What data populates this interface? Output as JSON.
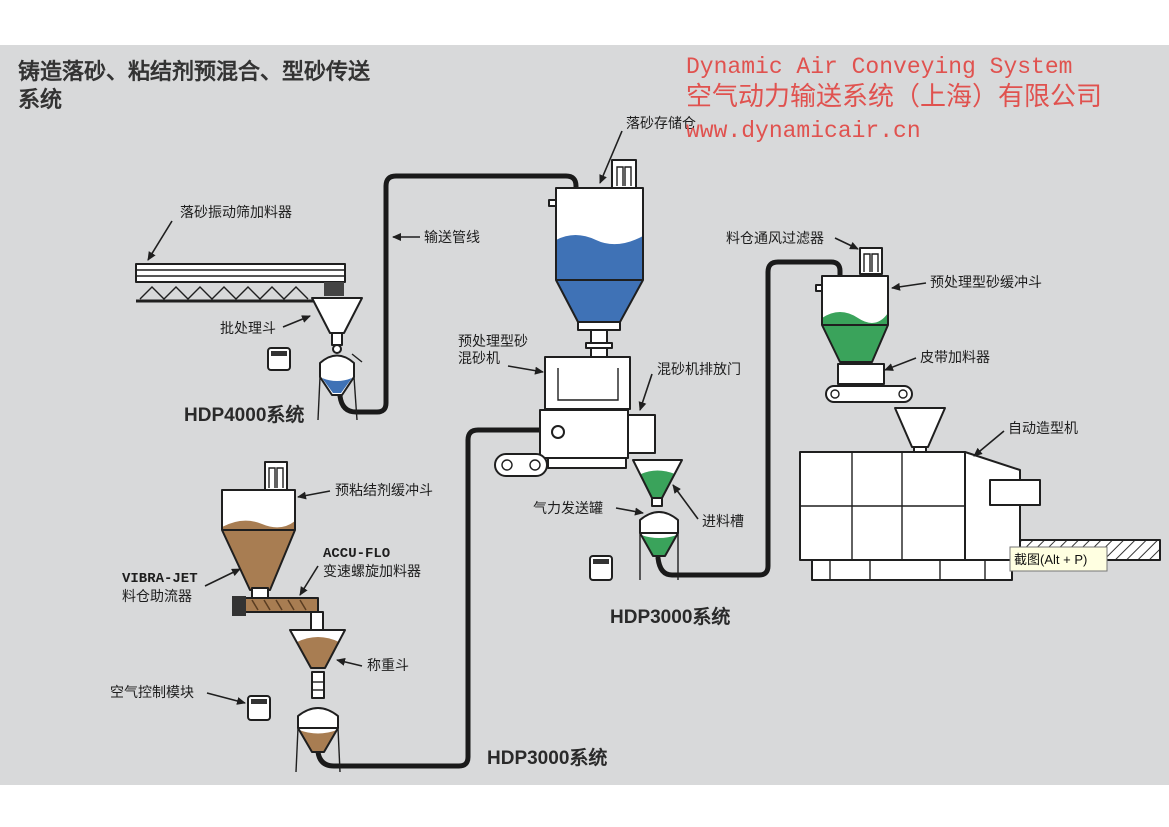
{
  "title": {
    "line1": "铸造落砂、粘结剂预混合、型砂传送",
    "line2": "系统"
  },
  "company": {
    "name_en": "Dynamic Air Conveying System",
    "name_cn": "空气动力输送系统（上海）有限公司",
    "website": "www.dynamicair.cn"
  },
  "labels": {
    "storage_silo": "落砂存储仓",
    "screen_feeder": "落砂振动筛加料器",
    "conveying_line": "输送管线",
    "batch_hopper": "批处理斗",
    "mixer_line1": "预处理型砂",
    "mixer_line2": "混砂机",
    "mixer_discharge_gate": "混砂机排放门",
    "bin_vent_filter": "料仓通风过滤器",
    "sand_surge_hopper": "预处理型砂缓冲斗",
    "belt_feeder": "皮带加料器",
    "moulding_machine": "自动造型机",
    "transporter_vessel": "气力发送罐",
    "feed_chute": "进料槽",
    "binder_surge_hopper": "预粘结剂缓冲斗",
    "accu_flo": "ACCU-FLO",
    "screw_feeder": "变速螺旋加料器",
    "vibra_jet": "VIBRA-JET",
    "bin_activator": "料仓助流器",
    "weigh_hopper": "称重斗",
    "air_control_module": "空气控制模块"
  },
  "systems": {
    "hdp4000": "HDP4000系统",
    "hdp3000_right": "HDP3000系统",
    "hdp3000_left": "HDP3000系统"
  },
  "tooltip": {
    "text": "截图(Alt + P)"
  },
  "colors": {
    "background": "#d8d9da",
    "company_red": "#e0524f",
    "shakeout_sand_blue": "#3f72b6",
    "prepared_sand_green": "#3aa35b",
    "binder_brown": "#a87d52",
    "outline": "#1f1f1f"
  }
}
